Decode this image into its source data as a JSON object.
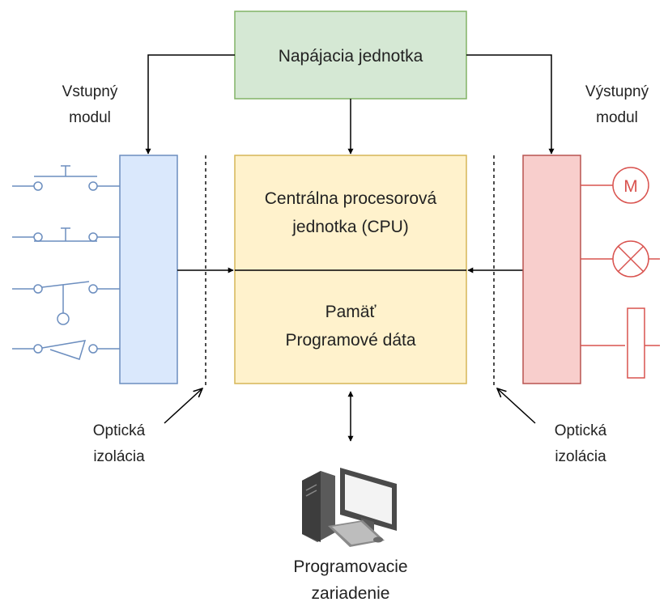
{
  "power_unit": {
    "label": "Napájacia jednotka"
  },
  "input_module": {
    "label_line1": "Vstupný",
    "label_line2": "modul"
  },
  "output_module": {
    "label_line1": "Výstupný",
    "label_line2": "modul"
  },
  "cpu": {
    "line1": "Centrálna procesorová",
    "line2": "jednotka (CPU)"
  },
  "memory": {
    "line1": "Pamäť",
    "line2": "Programové dáta"
  },
  "optical_left": {
    "line1": "Optická",
    "line2": "izolácia"
  },
  "optical_right": {
    "line1": "Optická",
    "line2": "izolácia"
  },
  "programming_device": {
    "line1": "Programovacie",
    "line2": "zariadenie"
  },
  "motor_symbol": {
    "label": "M"
  },
  "colors": {
    "power_fill": "#d5e8d4",
    "power_stroke": "#82b366",
    "input_fill": "#dae8fc",
    "input_stroke": "#6c8ebf",
    "cpu_fill": "#fff2cc",
    "cpu_stroke": "#d6b656",
    "output_fill": "#f8cecc",
    "output_stroke": "#b85450",
    "actuator": "#d9534f",
    "sensor": "#6c8ebf"
  }
}
